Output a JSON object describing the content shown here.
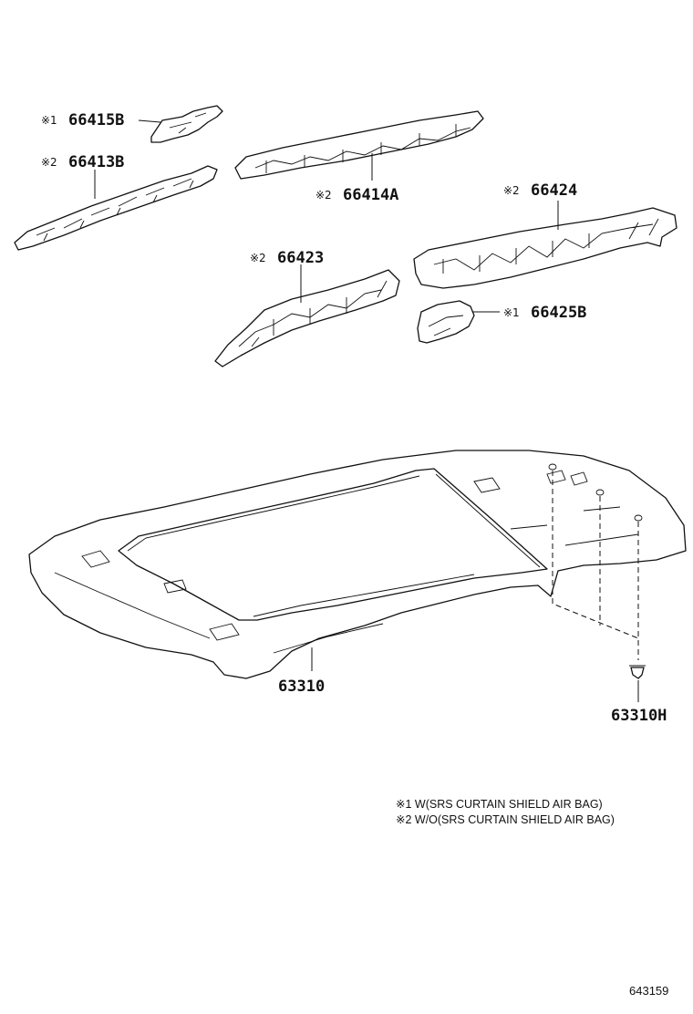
{
  "callouts": [
    {
      "mark": "※1",
      "part_no": "66415B"
    },
    {
      "mark": "※2",
      "part_no": "66413B"
    },
    {
      "mark": "※2",
      "part_no": "66414A"
    },
    {
      "mark": "※2",
      "part_no": "66424"
    },
    {
      "mark": "※2",
      "part_no": "66423"
    },
    {
      "mark": "※1",
      "part_no": "66425B"
    },
    {
      "mark": "",
      "part_no": "63310"
    },
    {
      "mark": "",
      "part_no": "63310H"
    }
  ],
  "notes": [
    "※1 W(SRS CURTAIN SHIELD AIR BAG)",
    "※2 W/O(SRS CURTAIN SHIELD AIR BAG)"
  ],
  "figure_number": "643159"
}
